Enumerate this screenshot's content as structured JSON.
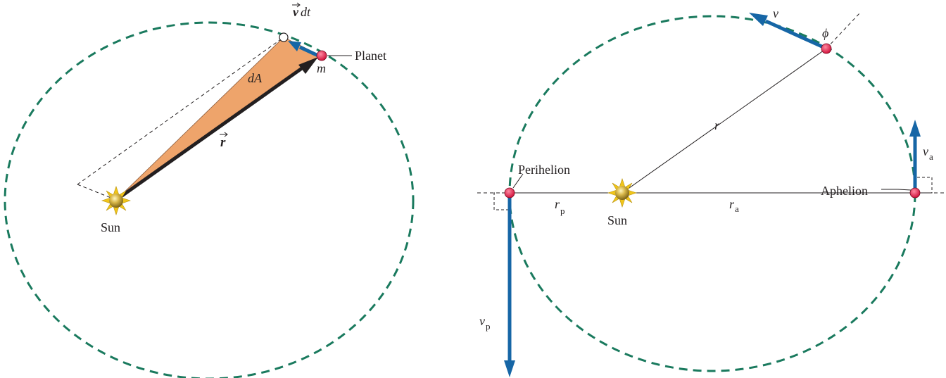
{
  "left_diagram": {
    "sun_label": "Sun",
    "planet_label": "Planet",
    "mass_label": "m",
    "area_label": "dA",
    "r_vector_label": "r",
    "vdt_label_v": "v",
    "vdt_label_dt": "dt"
  },
  "right_diagram": {
    "sun_label": "Sun",
    "perihelion_label": "Perihelion",
    "aphelion_label": "Aphelion",
    "r_label": "r",
    "rp_label": "r",
    "rp_sub": "p",
    "ra_label": "r",
    "ra_sub": "a",
    "v_label": "v",
    "vp_label": "v",
    "vp_sub": "p",
    "va_label": "v",
    "va_sub": "a",
    "phi_label": "ϕ"
  },
  "colors": {
    "orbit": "#1a7a5e",
    "velocity_arrow": "#1666a6",
    "planet": "#e21c48",
    "swept_area": "#eea46b",
    "position_vector": "#231f20",
    "sun_core": "#b89a2a",
    "sun_rays": "#f0c51a"
  }
}
